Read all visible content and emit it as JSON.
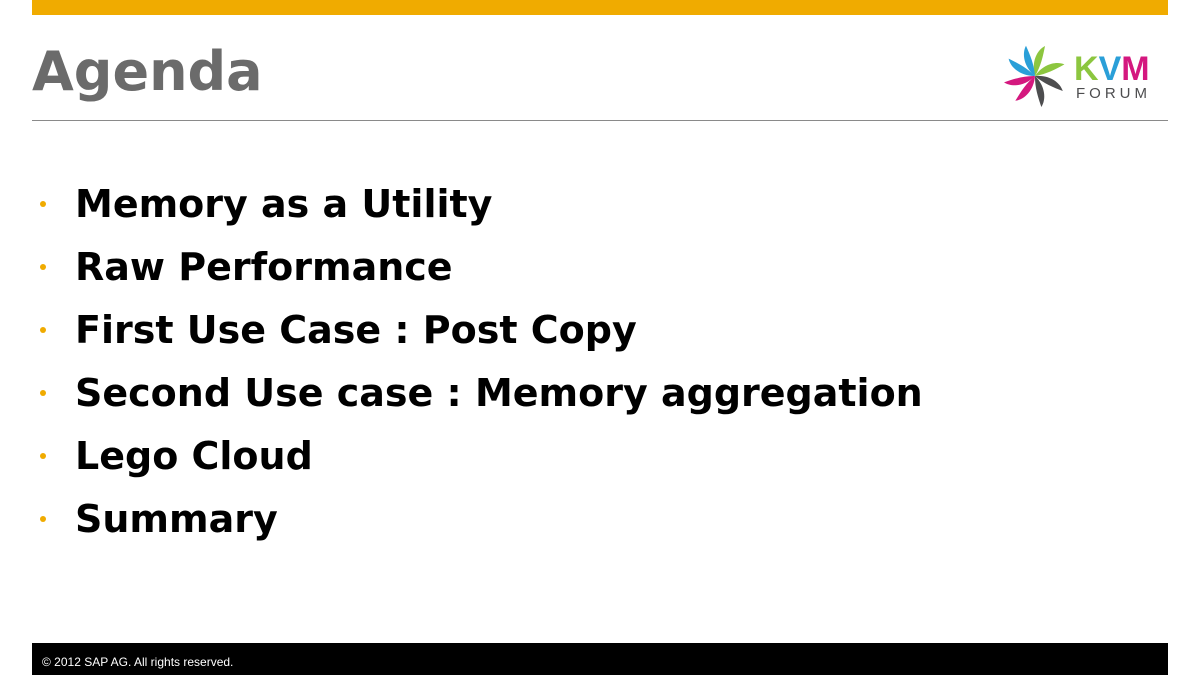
{
  "slide": {
    "title": "Agenda",
    "logo": {
      "text_top": "KVM",
      "text_bottom": "FORUM"
    },
    "bullets": [
      "Memory as a Utility",
      "Raw Performance",
      "First Use Case : Post Copy",
      "Second Use case : Memory aggregation",
      "Lego Cloud",
      "Summary"
    ],
    "footer": "©  2012 SAP AG. All rights reserved."
  },
  "colors": {
    "accent": "#f0ab00",
    "title": "#6b6b6b"
  }
}
